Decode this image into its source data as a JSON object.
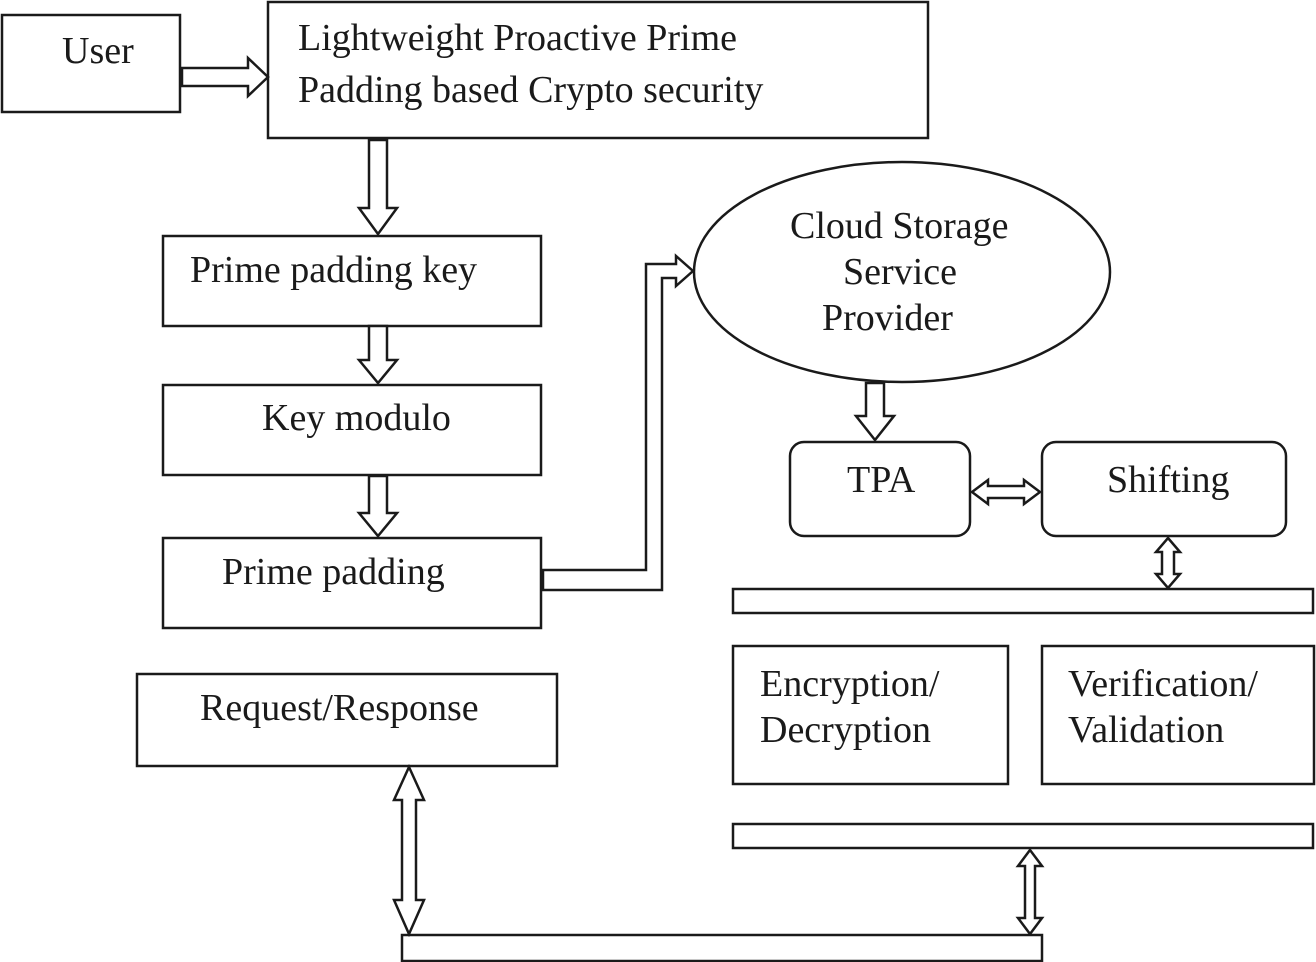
{
  "nodes": {
    "user": "User",
    "crypto_line1": "Lightweight Proactive Prime",
    "crypto_line2": "Padding based Crypto security",
    "prime_padding_key": "Prime padding key",
    "key_modulo": "Key modulo",
    "prime_padding": "Prime padding",
    "request_response": "Request/Response",
    "cloud_line1": "Cloud Storage",
    "cloud_line2": "Service",
    "cloud_line3": "Provider",
    "tpa": "TPA",
    "shifting": "Shifting",
    "encryption_line1": "Encryption/",
    "encryption_line2": "Decryption",
    "verification_line1": "Verification/",
    "verification_line2": "Validation"
  }
}
